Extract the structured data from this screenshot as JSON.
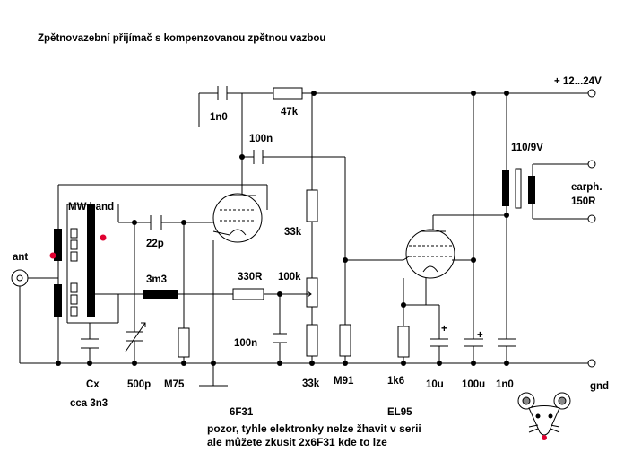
{
  "title": "Zpětnovazební přijímač s kompenzovanou zpětnou vazbou",
  "labels": {
    "supply": "+ 12...24V",
    "gnd": "gnd",
    "ant": "ant",
    "mw_band": "MW band",
    "c_1n0_top": "1n0",
    "r_47k": "47k",
    "c_100n_top": "100n",
    "c_22p": "22p",
    "r_33k_a": "33k",
    "l_3m3": "3m3",
    "r_330R": "330R",
    "pot_100k": "100k",
    "c_100n_mid": "100n",
    "transformer": "110/9V",
    "earphone": "earph.",
    "earphone_imp": "150R",
    "cx": "Cx",
    "cx_value": "cca 3n3",
    "c_500p": "500p",
    "r_M75": "M75",
    "r_33k_b": "33k",
    "r_M91": "M91",
    "r_1k6": "1k6",
    "c_10u": "10u",
    "c_100u": "100u",
    "c_1n0_bottom": "1n0",
    "tube_6f31": "6F31",
    "tube_el95": "EL95",
    "plus_a": "+",
    "plus_b": "+"
  },
  "notes": [
    "pozor, tyhle elektronky nelze žhavit v serii",
    "ale můžete zkusit 2x6F31 kde to lze"
  ],
  "colors": {
    "line": "#000000",
    "marker": "#e00030",
    "background": "#ffffff"
  },
  "icons": {
    "mouse": "mouse-face-icon"
  }
}
